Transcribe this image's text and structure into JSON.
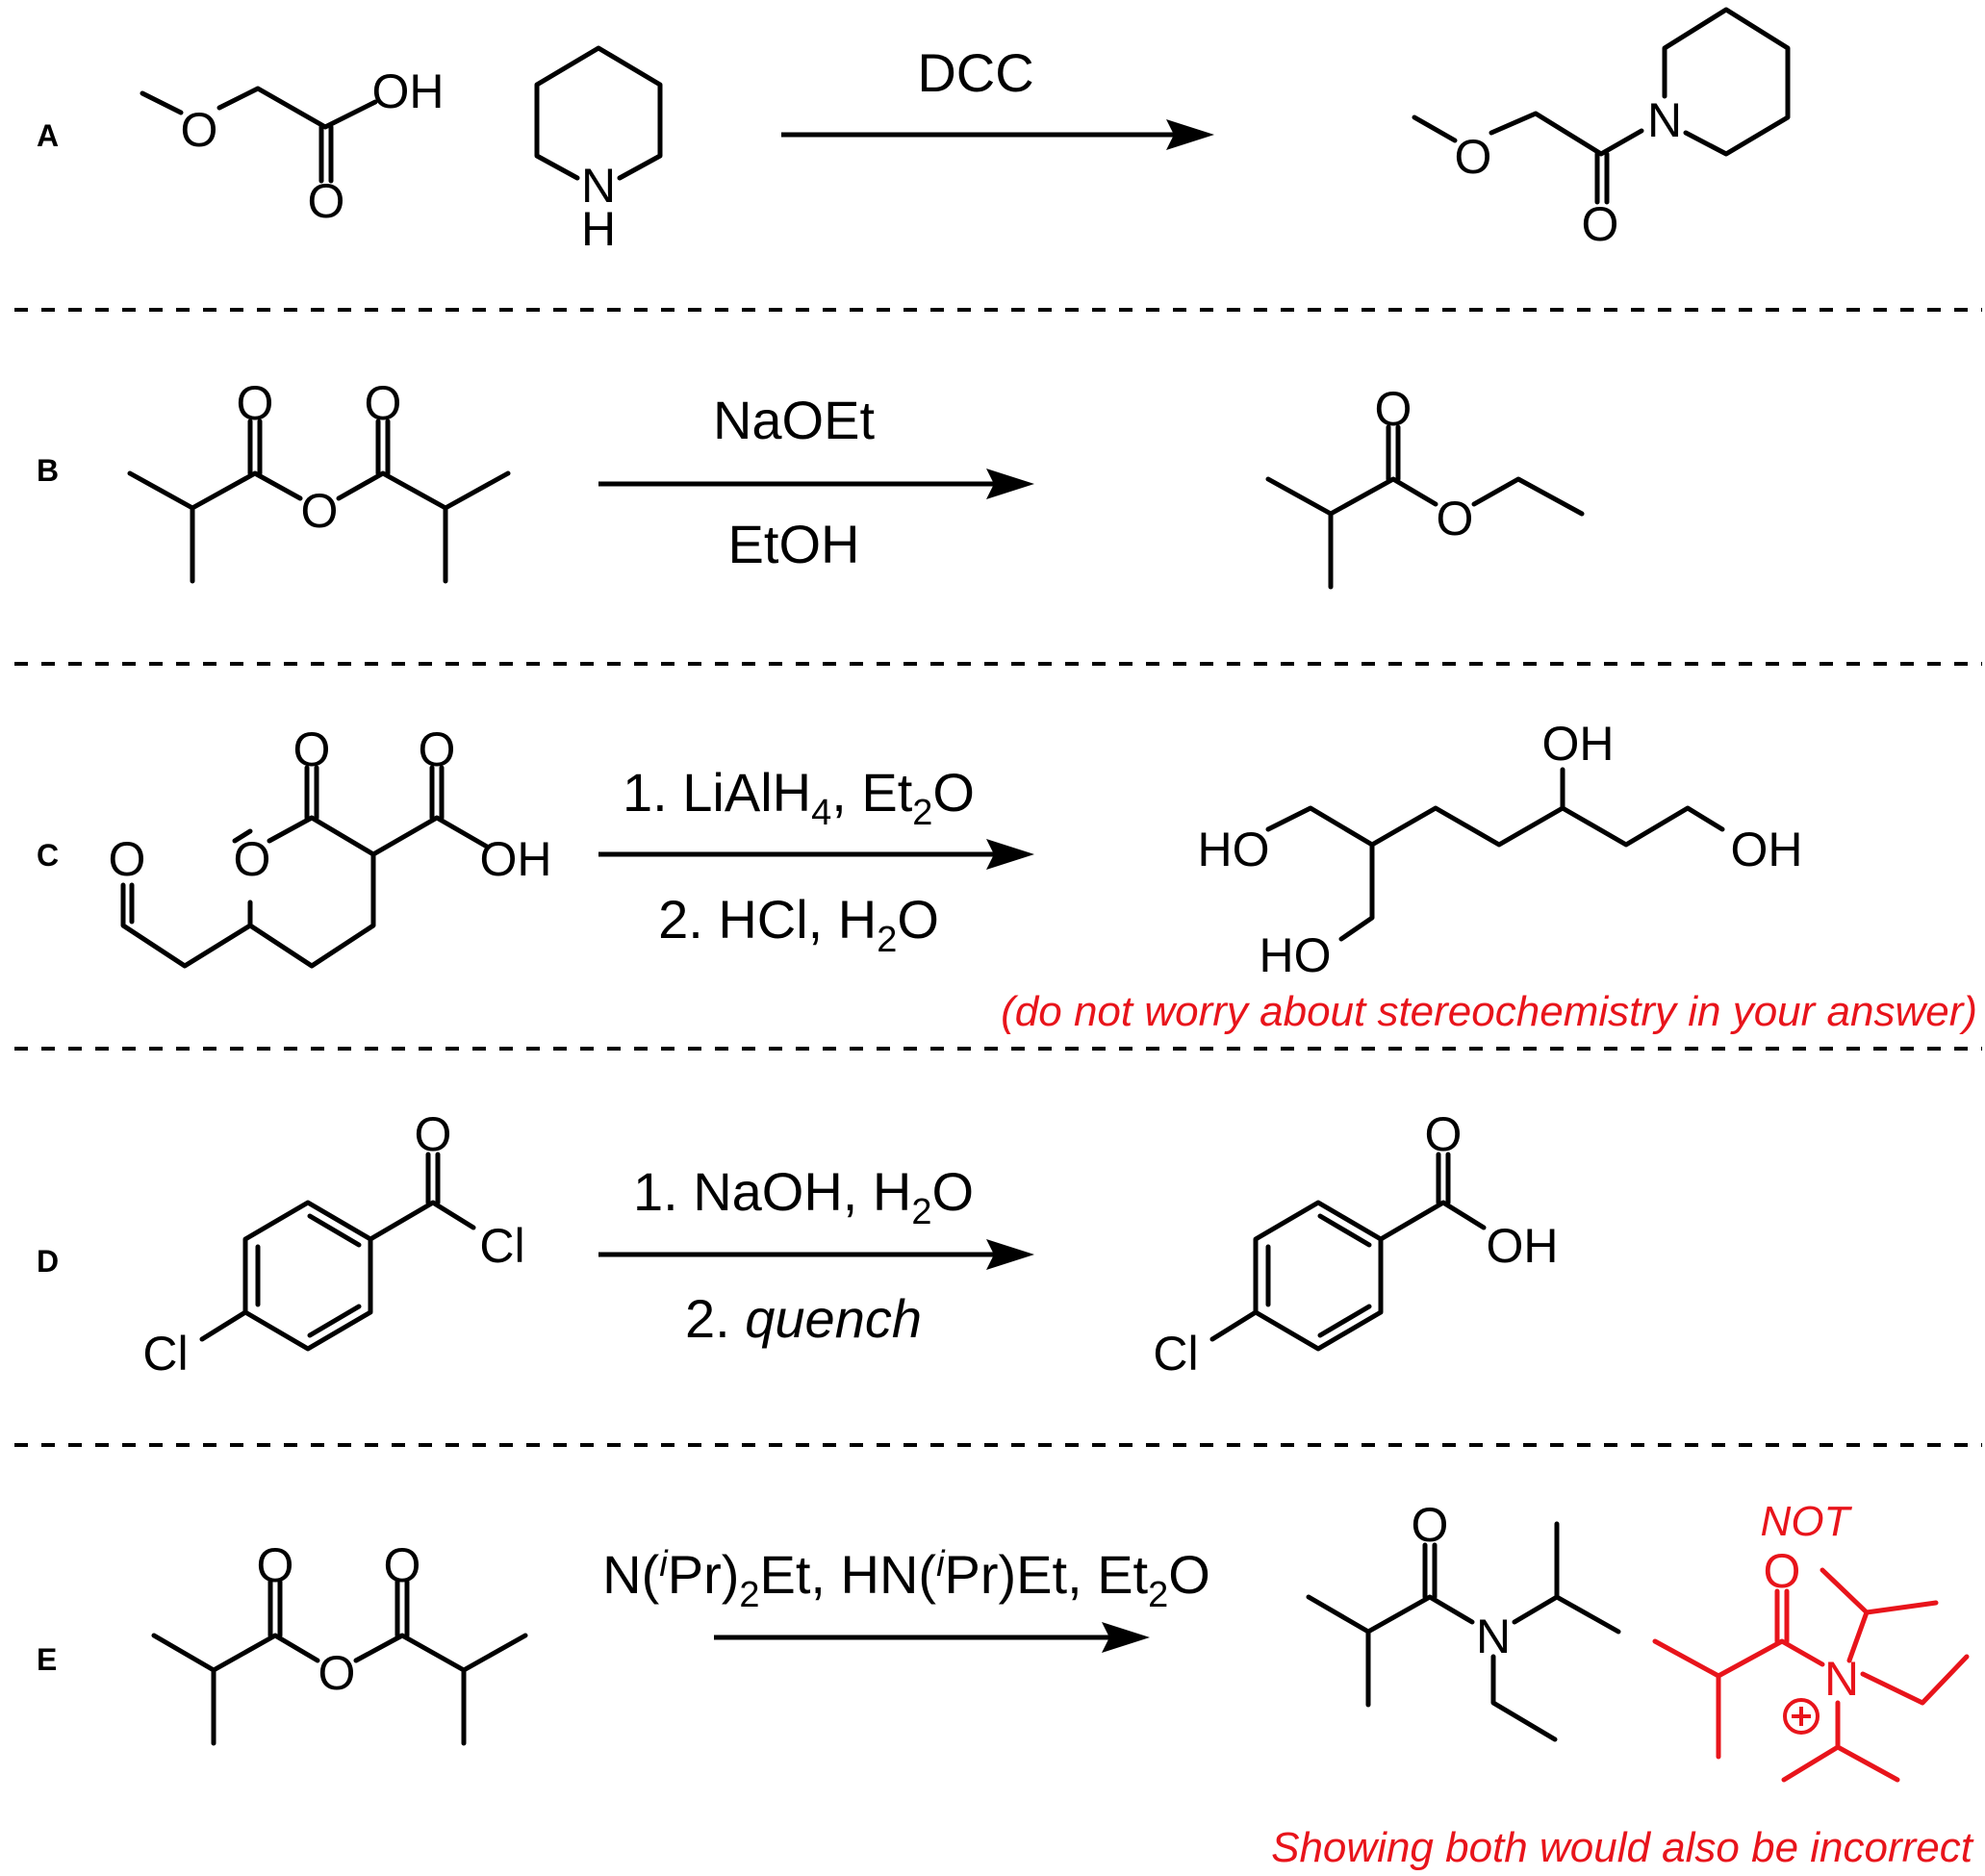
{
  "colors": {
    "ink": "#000000",
    "wrong": "#e8141b"
  },
  "rows": [
    {
      "label": "A",
      "reagent_above": "DCC",
      "atoms": {
        "oh": "OH",
        "o_carbonyl": "O",
        "o_ether": "O",
        "n": "N",
        "h": "H",
        "p_o_ether": "O",
        "p_n": "N",
        "p_o_carbonyl": "O"
      }
    },
    {
      "label": "B",
      "reagent_above": "NaOEt",
      "reagent_below": "EtOH",
      "atoms": {
        "o1": "O",
        "o2": "O",
        "o_bridge": "O",
        "p_o_carbonyl": "O",
        "p_o_ester": "O"
      }
    },
    {
      "label": "C",
      "reagent_above_a": "1. LiAlH",
      "reagent_above_sub": "4",
      "reagent_above_b": ", Et",
      "reagent_above_sub2": "2",
      "reagent_above_c": "O",
      "reagent_below_a": "2. HCl, H",
      "reagent_below_sub": "2",
      "reagent_below_b": "O",
      "atoms": {
        "o_ald": "O",
        "o_ring": "O",
        "o_lactone": "O",
        "o_acid": "O",
        "oh": "OH",
        "p_oh_top": "OH",
        "p_ho_left": "HO",
        "p_oh_right": "OH",
        "p_ho_bottom": "HO"
      },
      "note": "(do not worry about stereochemistry in your answer)"
    },
    {
      "label": "D",
      "reagent_above_a": "1. NaOH, H",
      "reagent_above_sub": "2",
      "reagent_above_b": "O",
      "reagent_below_a": "2. ",
      "reagent_below_b": "quench",
      "atoms": {
        "o": "O",
        "cl_acyl": "Cl",
        "cl_ring": "Cl",
        "p_o": "O",
        "p_oh": "OH",
        "p_cl": "Cl"
      }
    },
    {
      "label": "E",
      "reagent_a": "N(",
      "reagent_i1": "i",
      "reagent_b": "Pr)",
      "reagent_sub1": "2",
      "reagent_c": "Et, HN(",
      "reagent_i2": "i",
      "reagent_d": "Pr)Et, Et",
      "reagent_sub2": "2",
      "reagent_e": "O",
      "atoms": {
        "o1": "O",
        "o2": "O",
        "o_bridge": "O",
        "p_o": "O",
        "p_n": "N",
        "w_o": "O",
        "w_n": "N"
      },
      "not_label": "NOT",
      "note": "Showing both would also be incorrect"
    }
  ]
}
